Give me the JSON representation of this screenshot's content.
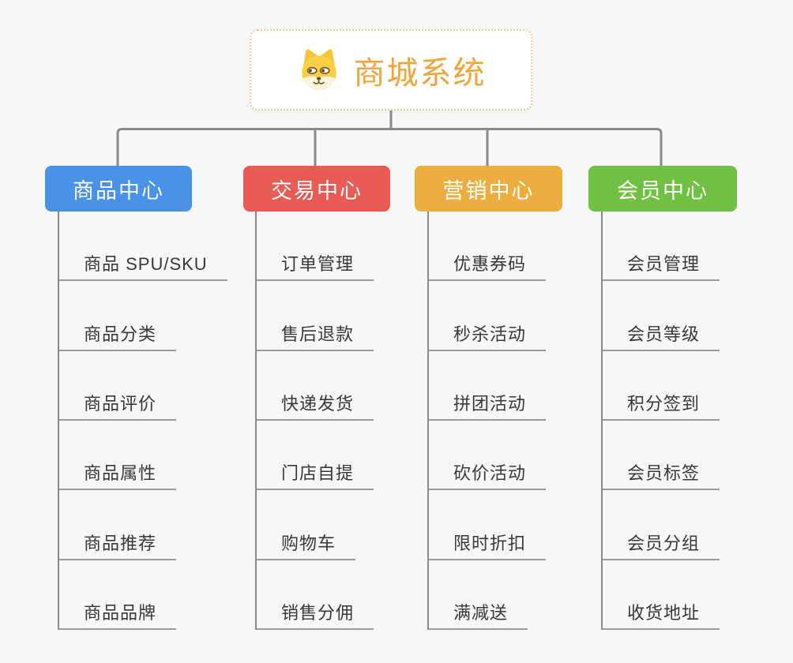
{
  "app": {
    "background": "#F7F7F7",
    "connector_color": "#8A8A8A",
    "underline_color": "#9B9B9B",
    "leaf_text_color": "#383838"
  },
  "root": {
    "title": "商城系统",
    "title_color": "#F0A63C",
    "border_color": "#F3CD9B",
    "icon": "dog-face-icon"
  },
  "branches": [
    {
      "id": "product-center",
      "label": "商品中心",
      "color": "#4A91E8",
      "children": [
        "商品 SPU/SKU",
        "商品分类",
        "商品评价",
        "商品属性",
        "商品推荐",
        "商品品牌"
      ]
    },
    {
      "id": "trade-center",
      "label": "交易中心",
      "color": "#E85C55",
      "children": [
        "订单管理",
        "售后退款",
        "快递发货",
        "门店自提",
        "购物车",
        "销售分佣"
      ]
    },
    {
      "id": "marketing-center",
      "label": "营销中心",
      "color": "#ECAE3E",
      "children": [
        "优惠券码",
        "秒杀活动",
        "拼团活动",
        "砍价活动",
        "限时折扣",
        "满减送"
      ]
    },
    {
      "id": "member-center",
      "label": "会员中心",
      "color": "#70C043",
      "children": [
        "会员管理",
        "会员等级",
        "积分签到",
        "会员标签",
        "会员分组",
        "收货地址"
      ]
    }
  ]
}
